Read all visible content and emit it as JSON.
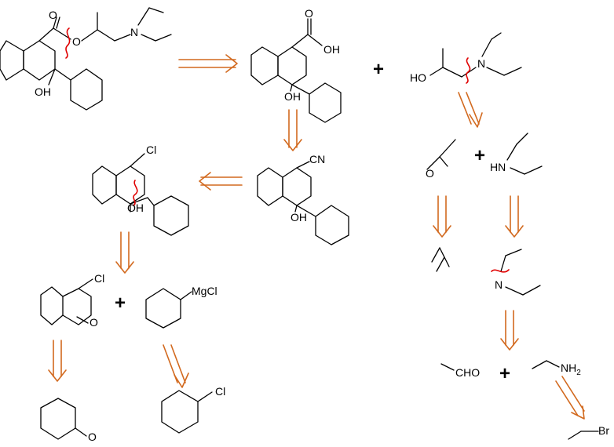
{
  "labels": {
    "ester_carbonyl_O": "O",
    "ester_O": "O",
    "ester_N": "N",
    "ester_OH": "OH",
    "acid_O": "O",
    "acid_OH": "OH",
    "acid_ring_OH": "OH",
    "aminoalcohol_HO": "HO",
    "aminoalcohol_N": "N",
    "nitrile_CN": "CN",
    "nitrile_OH": "OH",
    "chlorohydrin_Cl": "Cl",
    "chlorohydrin_OH": "OH",
    "epoxide_O": "O",
    "diethylamine_HN": "HN",
    "triethylamine_N": "N",
    "chloroketone_Cl": "Cl",
    "chloroketone_O": "O",
    "grignard_MgCl": "MgCl",
    "acetaldehyde_CHO": "CHO",
    "ethylamine_NH2": "NH2",
    "cyclohexanone_O": "O",
    "chlorocyclohexane_Cl": "Cl",
    "bromoethane_Br": "Br"
  },
  "plus_signs": [
    "+",
    "+",
    "+",
    "+"
  ],
  "colors": {
    "arrow": "#d2691e",
    "disconnection": "#e00000",
    "bond": "#000000"
  }
}
